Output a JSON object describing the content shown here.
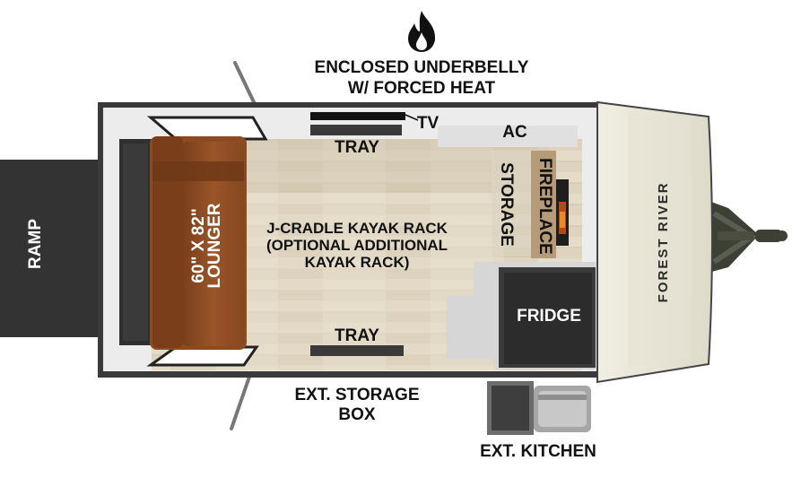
{
  "labels": {
    "underbelly_line1": "ENCLOSED UNDERBELLY",
    "underbelly_line2": "W/ FORCED HEAT",
    "tv": "TV",
    "tray_top": "TRAY",
    "ac": "AC",
    "storage": "STORAGE",
    "fireplace": "FIREPLACE",
    "kayak_line1": "J-CRADLE KAYAK RACK",
    "kayak_line2": "(OPTIONAL ADDITIONAL",
    "kayak_line3": "KAYAK RACK)",
    "lounger_line1": "60\" X 82\"",
    "lounger_line2": "LOUNGER",
    "ramp": "RAMP",
    "fridge": "FRIDGE",
    "tray_bottom": "TRAY",
    "ext_storage_line1": "EXT. STORAGE",
    "ext_storage_line2": "BOX",
    "ext_kitchen": "EXT. KITCHEN",
    "brand": "FOREST RIVER"
  },
  "icons": {
    "heat": "flame-icon"
  },
  "colors": {
    "wall": "#3a3a3a",
    "floor": "#d8cdb7",
    "lounger": "#8b4a22",
    "ramp": "#333333",
    "front_cap": "#ece9dc",
    "fridge": "#2c2c2c"
  }
}
